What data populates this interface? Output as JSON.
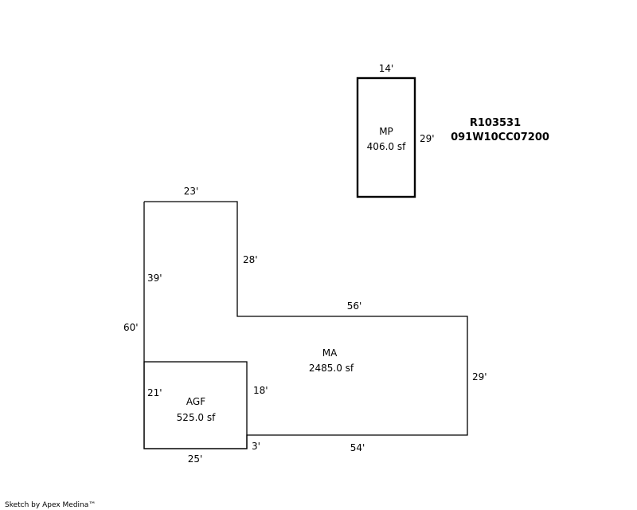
{
  "parcel": {
    "id": "R103531",
    "account": "091W10CC07200"
  },
  "sections": {
    "mp": {
      "code": "MP",
      "area": "406.0 sf",
      "dims": {
        "top": "14'",
        "right": "29'"
      }
    },
    "ma": {
      "code": "MA",
      "area": "2485.0 sf",
      "dims": {
        "top_left": "23'",
        "inner_vertical": "28'",
        "inner_left": "39'",
        "left_total": "60'",
        "mid_horizontal": "56'",
        "right": "29'",
        "bottom": "54'",
        "agf_right": "18'",
        "step": "3'"
      }
    },
    "agf": {
      "code": "AGF",
      "area": "525.0 sf",
      "dims": {
        "left": "21'",
        "bottom": "25'"
      }
    }
  },
  "footer": {
    "credit": "Sketch by Apex Medina™"
  }
}
